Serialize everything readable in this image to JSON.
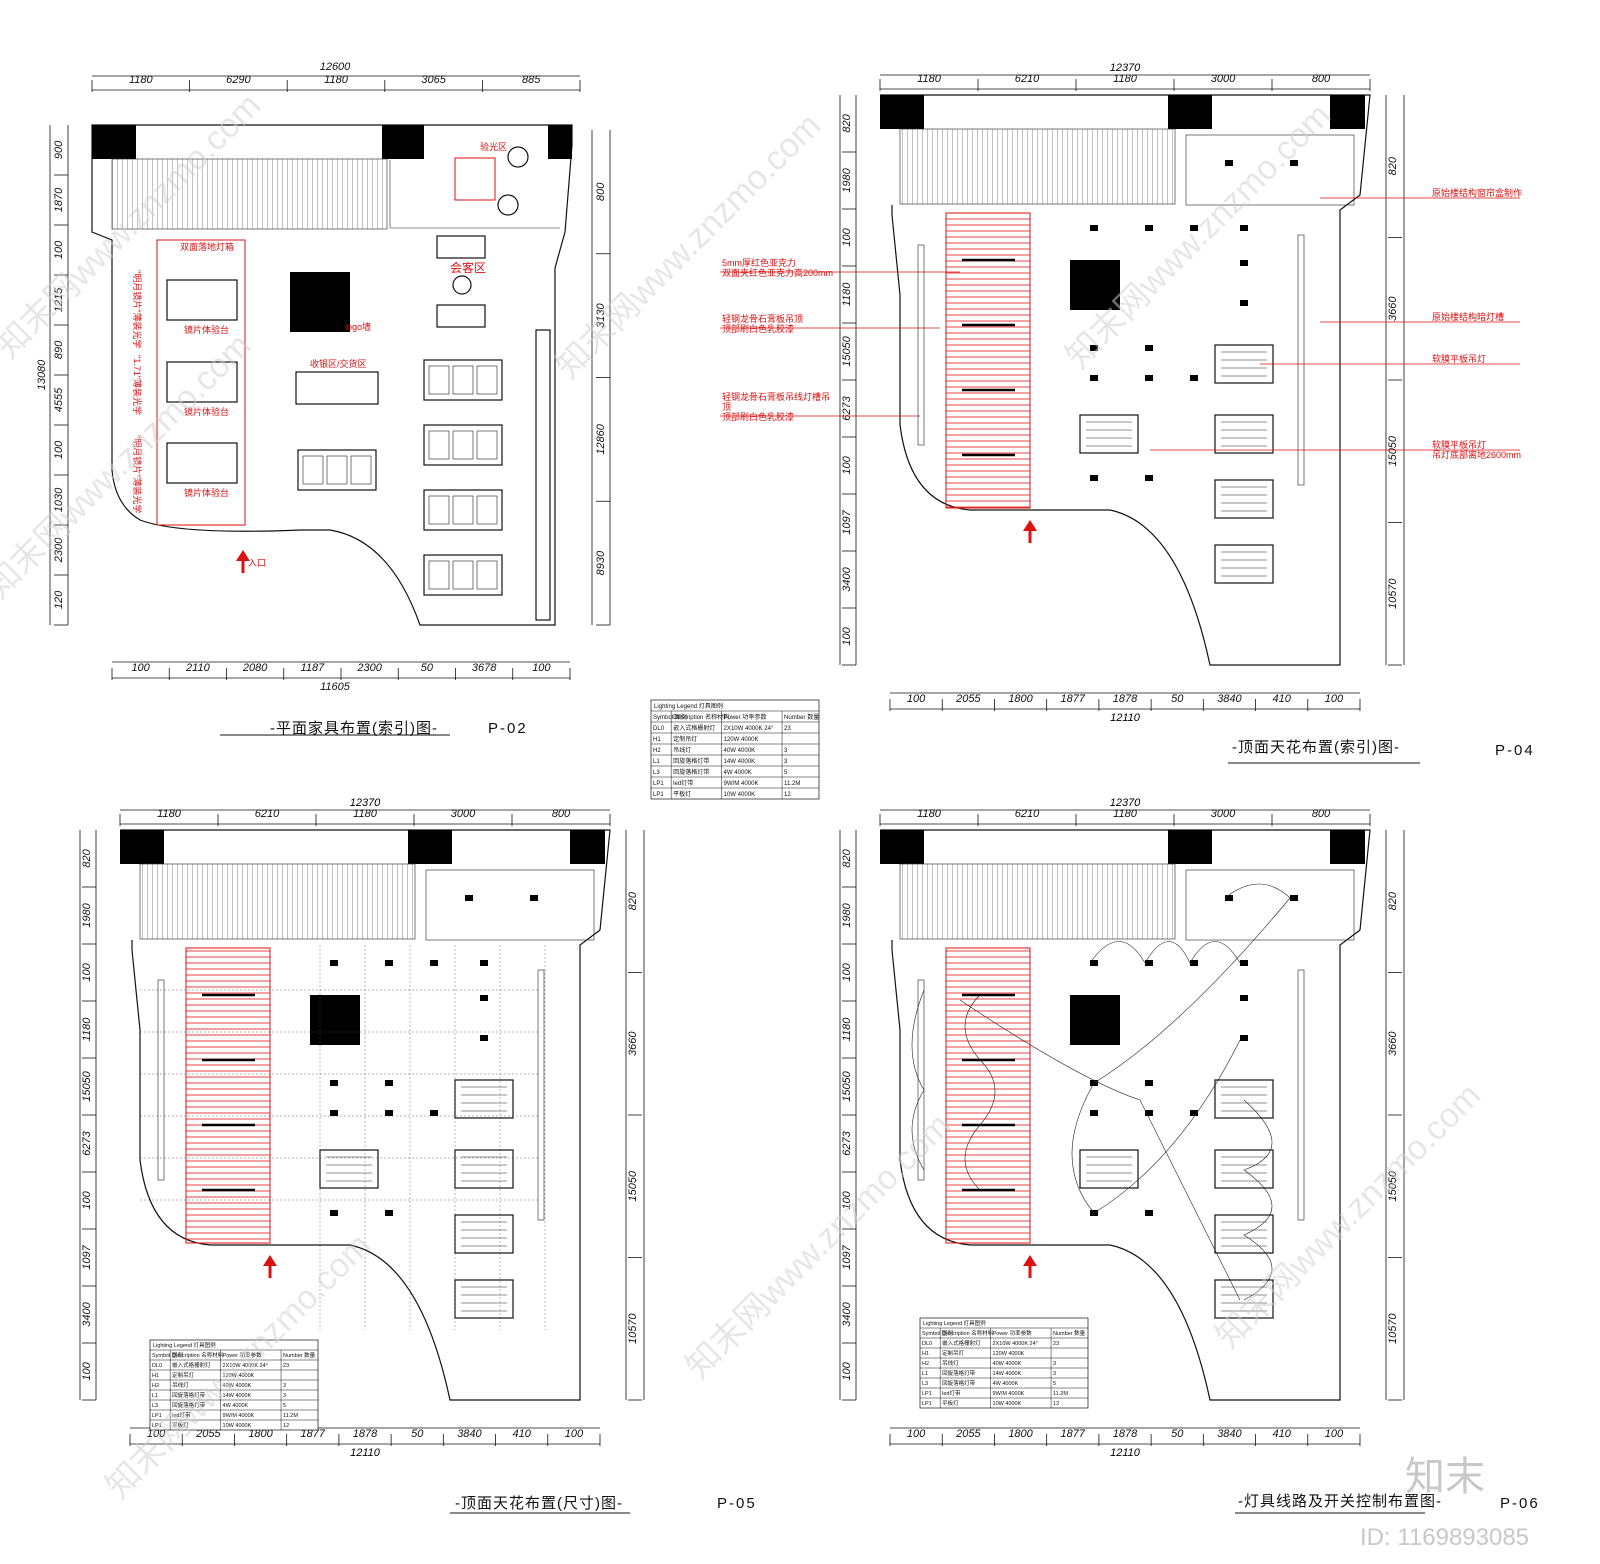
{
  "sheets": {
    "p02": {
      "title": "-平面家具布置(索引)图-",
      "number": "P-02",
      "top_total": "12600",
      "top_dims": [
        "1180",
        "6290",
        "1180",
        "3065",
        "885"
      ],
      "bottom_total": "11605",
      "bottom_dims": [
        "100",
        "2110",
        "2080",
        "1187",
        "2300",
        "50",
        "3678",
        "100"
      ],
      "left_total": "13080",
      "left_dims": [
        "900",
        "1870",
        "100",
        "1215",
        "890",
        "4555",
        "100",
        "1030",
        "2300",
        "120"
      ],
      "right_dims": [
        "800",
        "3130",
        "12860",
        "8930"
      ],
      "labels": {
        "inspection": "验光区",
        "reception": "会客区",
        "cashier": "收银区/交货区",
        "logo": "logo墙",
        "double_lightbox": "双面落地灯箱",
        "lens_table": "镜片体验台",
        "lens_1": "\"明月镜片\"薄装光学",
        "lens_2": "\"1.71\"薄装光学",
        "lens_3": "\"明月镜片\"薄装光学",
        "entrance": "入口"
      }
    },
    "p04": {
      "title": "-顶面天花布置(索引)图-",
      "number": "P-04",
      "top_total": "12370",
      "top_dims": [
        "1180",
        "6210",
        "1180",
        "3000",
        "800"
      ],
      "bottom_total": "12110",
      "bottom_dims": [
        "100",
        "2055",
        "1800",
        "1877",
        "1878",
        "50",
        "3840",
        "410",
        "100"
      ],
      "left_dims": [
        "820",
        "1980",
        "100",
        "1180",
        "15050",
        "6273",
        "100",
        "1097",
        "3400",
        "100"
      ],
      "right_dims": [
        "820",
        "3660",
        "15050",
        "10570"
      ],
      "notes_left": [
        "5mm厚红色亚克力",
        "双面夹红色亚克力高200mm",
        "轻钢龙骨石膏板吊顶",
        "顶部刷白色乳胶漆",
        "轻钢龙骨石膏板吊线灯槽吊",
        "顶",
        "顶部刷白色乳胶漆"
      ],
      "notes_right": [
        "原始楼结构窗帘盒制作",
        "原始楼结构暗灯槽",
        "软膜平板吊灯",
        "软膜平板吊灯",
        "吊灯底部离地2600mm"
      ]
    },
    "p05": {
      "title": "-顶面天花布置(尺寸)图-",
      "number": "P-05",
      "top_total": "12370",
      "top_dims": [
        "1180",
        "6210",
        "1180",
        "3000",
        "800"
      ],
      "bottom_total": "12110",
      "bottom_dims": [
        "100",
        "2055",
        "1800",
        "1877",
        "1878",
        "50",
        "3840",
        "410",
        "100"
      ],
      "left_dims": [
        "820",
        "1980",
        "100",
        "1180",
        "15050",
        "6273",
        "100",
        "1097",
        "3400",
        "100"
      ],
      "right_dims": [
        "820",
        "3660",
        "15050",
        "10570"
      ]
    },
    "p06": {
      "title": "-灯具线路及开关控制布置图-",
      "number": "P-06",
      "top_total": "12370",
      "top_dims": [
        "1180",
        "6210",
        "1180",
        "3000",
        "800"
      ],
      "bottom_total": "12110",
      "bottom_dims": [
        "100",
        "2055",
        "1800",
        "1877",
        "1878",
        "50",
        "3840",
        "410",
        "100"
      ],
      "left_dims": [
        "820",
        "1980",
        "100",
        "1180",
        "15050",
        "6273",
        "100",
        "1097",
        "3400",
        "100"
      ],
      "right_dims": [
        "820",
        "3660",
        "15050",
        "10570"
      ]
    }
  },
  "legend": {
    "title": "Lighting Legend 灯具图例",
    "headers": [
      "Symbol 图例",
      "Description 名称材料",
      "Power 功率参数",
      "Number 数量"
    ],
    "rows": [
      [
        "DL0",
        "嵌入式格栅射灯",
        "2X10W 4000K 24°",
        "23"
      ],
      [
        "H1",
        "定制吊灯",
        "120W 4000K",
        ""
      ],
      [
        "H2",
        "吊线灯",
        "40W 4000K",
        "3"
      ],
      [
        "L1",
        "回旋落格灯带",
        "14W 4000K",
        "3"
      ],
      [
        "L3",
        "回旋落格灯带",
        "4W 4000K",
        "5"
      ],
      [
        "LP1",
        "led灯带",
        "9W/M 4000K",
        "11.2M"
      ],
      [
        "LP1",
        "平板灯",
        "10W 4000K",
        "12"
      ]
    ]
  },
  "watermark": "知末网www.znzmo.com",
  "brand": "知末",
  "id_text": "ID: 1169893085"
}
